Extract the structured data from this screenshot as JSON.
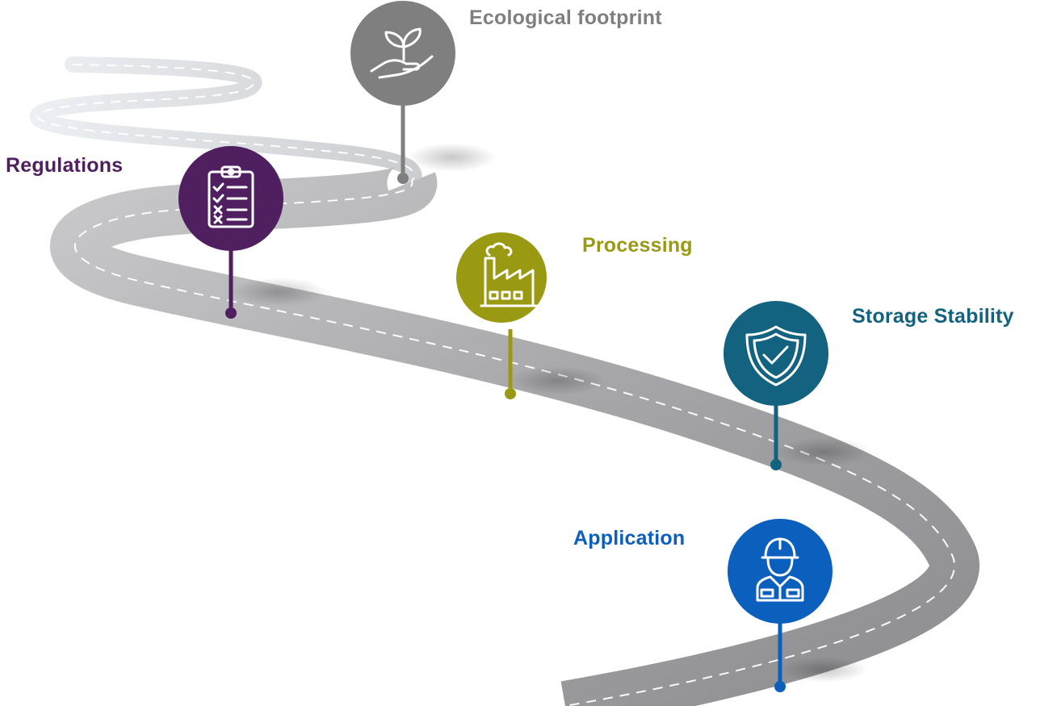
{
  "milestones": [
    {
      "id": "ecological-footprint",
      "label": "Ecological footprint",
      "color": "#7f7f7f",
      "icon": "hand-plant-icon"
    },
    {
      "id": "regulations",
      "label": "Regulations",
      "color": "#4f1f5f",
      "icon": "clipboard-checklist-icon"
    },
    {
      "id": "processing",
      "label": "Processing",
      "color": "#9a9a12",
      "icon": "factory-icon"
    },
    {
      "id": "storage-stability",
      "label": "Storage Stability",
      "color": "#13627f",
      "icon": "shield-check-icon"
    },
    {
      "id": "application",
      "label": "Application",
      "color": "#0b5fbd",
      "icon": "worker-helmet-icon"
    }
  ],
  "road_color": "#a9a9ab"
}
